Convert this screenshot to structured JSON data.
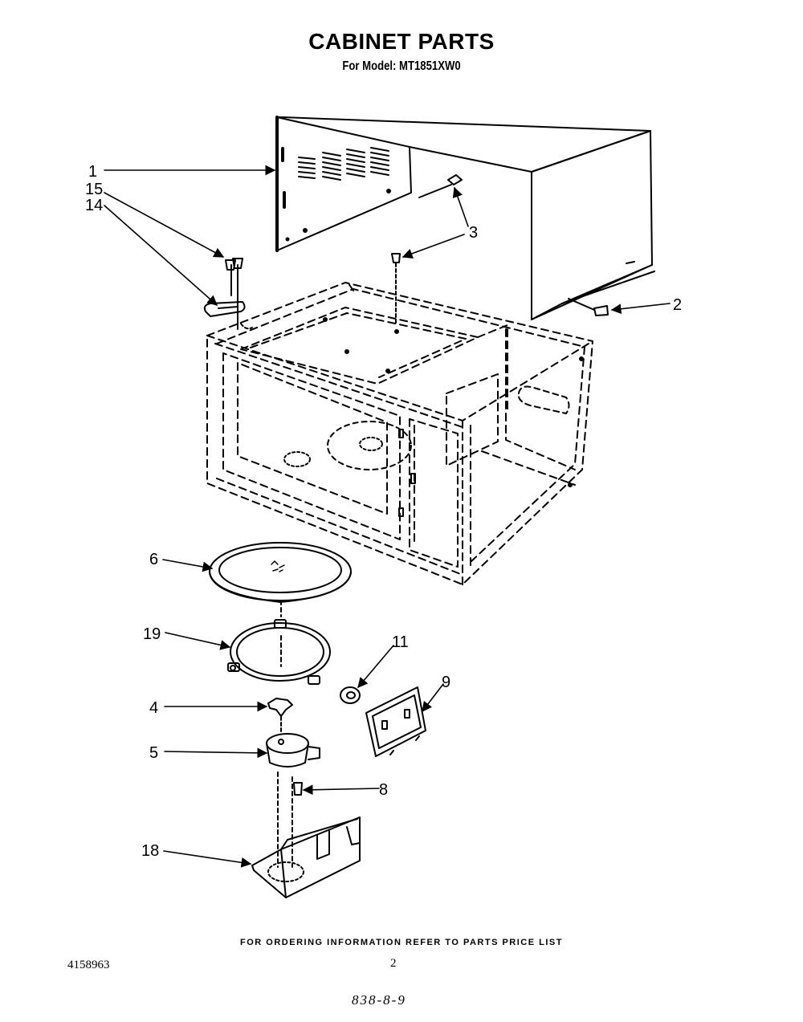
{
  "title": "CABINET PARTS",
  "subtitle": "For Model: MT1851XW0",
  "callouts": [
    {
      "id": "c1",
      "label": "1"
    },
    {
      "id": "c15",
      "label": "15"
    },
    {
      "id": "c14",
      "label": "14"
    },
    {
      "id": "c3",
      "label": "3"
    },
    {
      "id": "c2",
      "label": "2"
    },
    {
      "id": "c6",
      "label": "6"
    },
    {
      "id": "c19",
      "label": "19"
    },
    {
      "id": "c11",
      "label": "11"
    },
    {
      "id": "c9",
      "label": "9"
    },
    {
      "id": "c4",
      "label": "4"
    },
    {
      "id": "c5",
      "label": "5"
    },
    {
      "id": "c8",
      "label": "8"
    },
    {
      "id": "c18",
      "label": "18"
    }
  ],
  "footer_note": "FOR ORDERING INFORMATION REFER TO PARTS PRICE LIST",
  "doc_number": "4158963",
  "page_number": "2",
  "date_code": "838-8-9"
}
